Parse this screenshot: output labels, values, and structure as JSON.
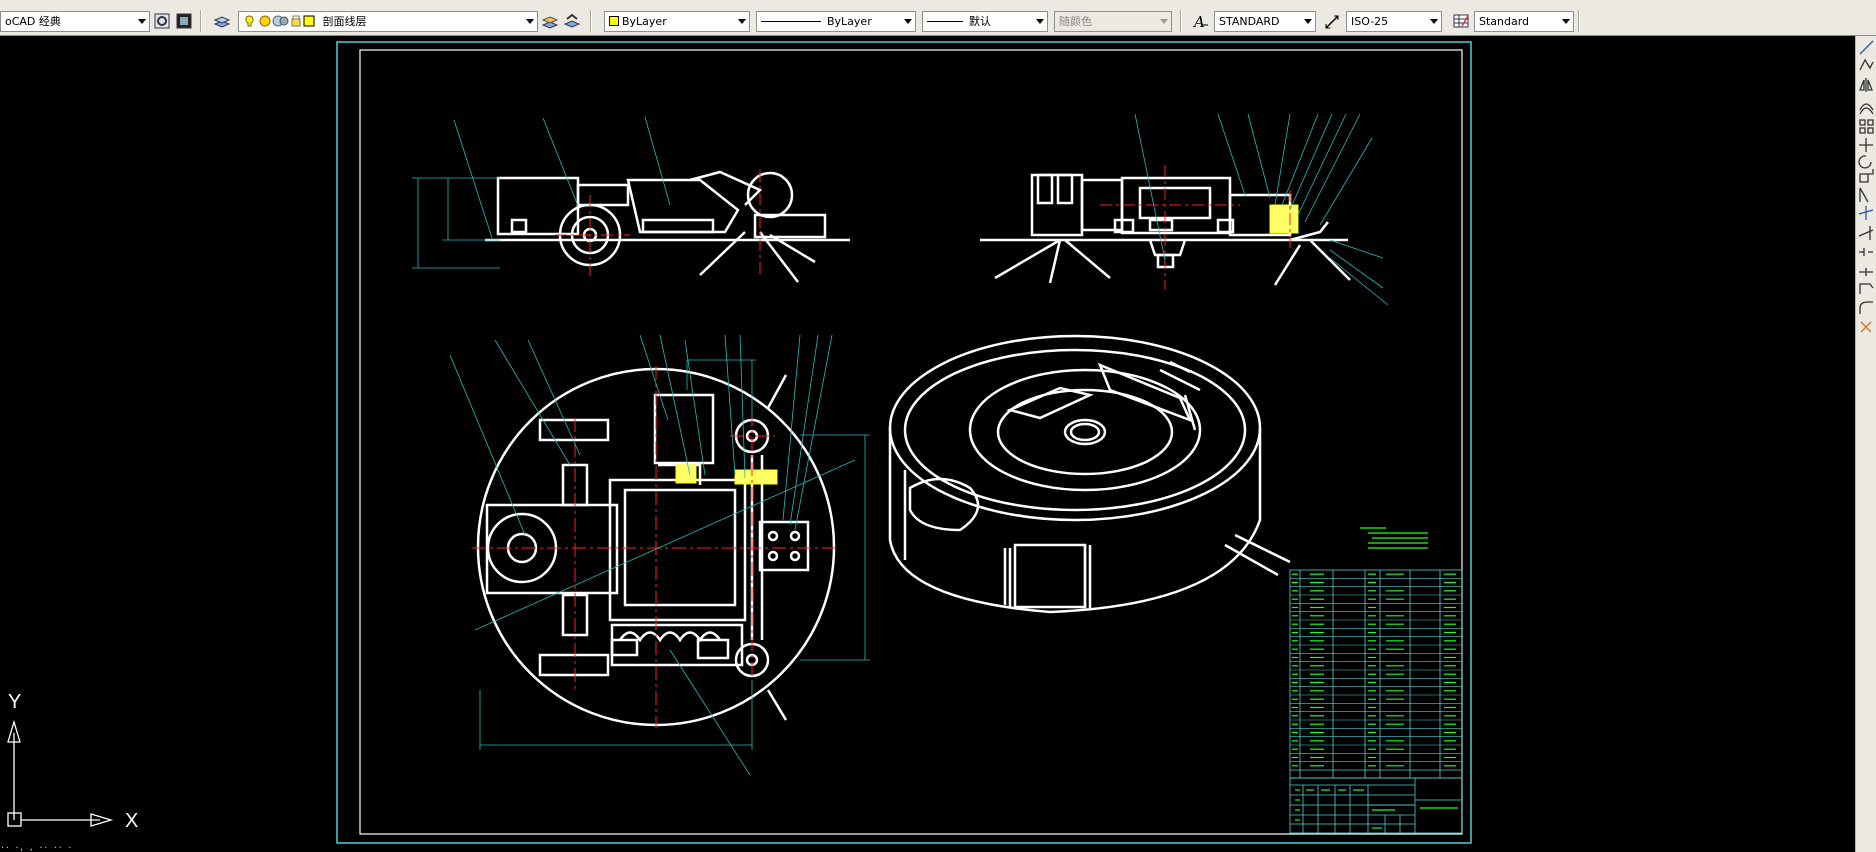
{
  "toolbar": {
    "workspace": "oCAD 经典",
    "layer": "剖面线层",
    "color": "ByLayer",
    "linetype": "ByLayer",
    "lineweight": "默认",
    "plotstyle": "随颜色",
    "textstyle": "STANDARD",
    "dimstyle": "ISO-25",
    "tablestyle": "Standard"
  },
  "colors": {
    "drawing_line": "#ffffff",
    "frame": "#4ed0d0",
    "leader": "#1fbdbd",
    "centerline": "#ff2020",
    "table_text": "#19ff19",
    "hatch": "#ffff66",
    "ucs": "#ffffff",
    "toolbar_bg": "#ece9e2"
  },
  "ucs": {
    "y_label": "Y",
    "x_label": "X"
  },
  "icons": [
    "layer-manager-icon",
    "lightbulb-icon",
    "sun-icon",
    "freeze-icon",
    "lock-icon",
    "layer-color-swatch-icon",
    "make-current-icon",
    "layer-previous-icon",
    "text-style-icon",
    "dim-style-icon",
    "table-style-icon",
    "line-tool-icon",
    "polyline-tool-icon",
    "mirror-icon",
    "offset-icon",
    "array-icon",
    "move-icon",
    "rotate-icon",
    "scale-icon",
    "stretch-icon",
    "trim-icon",
    "extend-icon",
    "break-icon",
    "join-icon",
    "chamfer-icon",
    "fillet-icon",
    "explode-icon"
  ]
}
